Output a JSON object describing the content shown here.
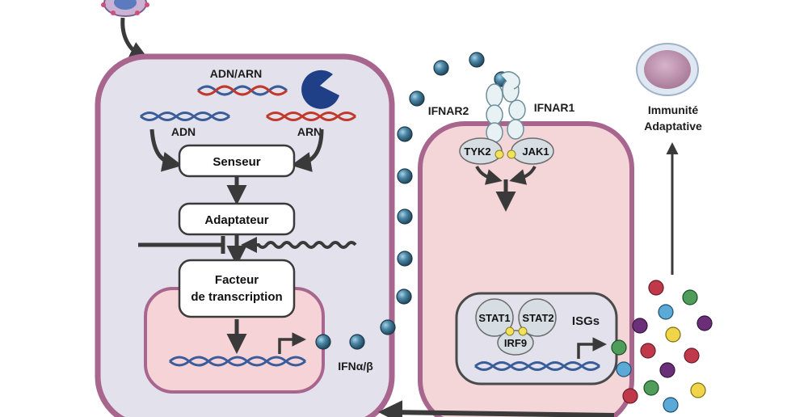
{
  "left_cell": {
    "label_dna_rna": "ADN/ARN",
    "label_dna": "ADN",
    "label_rna": "ARN",
    "box_sensor": "Senseur",
    "box_adaptor": "Adaptateur",
    "box_tf_line1": "Facteur",
    "box_tf_line2": "de transcription",
    "label_ifn": "IFNα/β"
  },
  "right_cell": {
    "label_receptor2": "IFNAR2",
    "label_receptor1": "IFNAR1",
    "label_kinase_left": "TYK2",
    "label_kinase_right": "JAK1",
    "label_stat1": "STAT1",
    "label_stat2": "STAT2",
    "label_irf9": "IRF9",
    "label_isgs": "ISGs"
  },
  "immune": {
    "label_line1": "Immunité",
    "label_line2": "Adaptative"
  },
  "colors": {
    "cell_membrane": "#a8668f",
    "cell_cytoplasm": "#e5e3ec",
    "right_cytoplasm": "#f4d6d8",
    "nucleus_fill": "#f6d3d6",
    "ifn_ball": "#3f7896",
    "immune_cell": "#c9a3bd",
    "dna_blue": "#3a5d9a",
    "dna_red": "#c0392b"
  }
}
